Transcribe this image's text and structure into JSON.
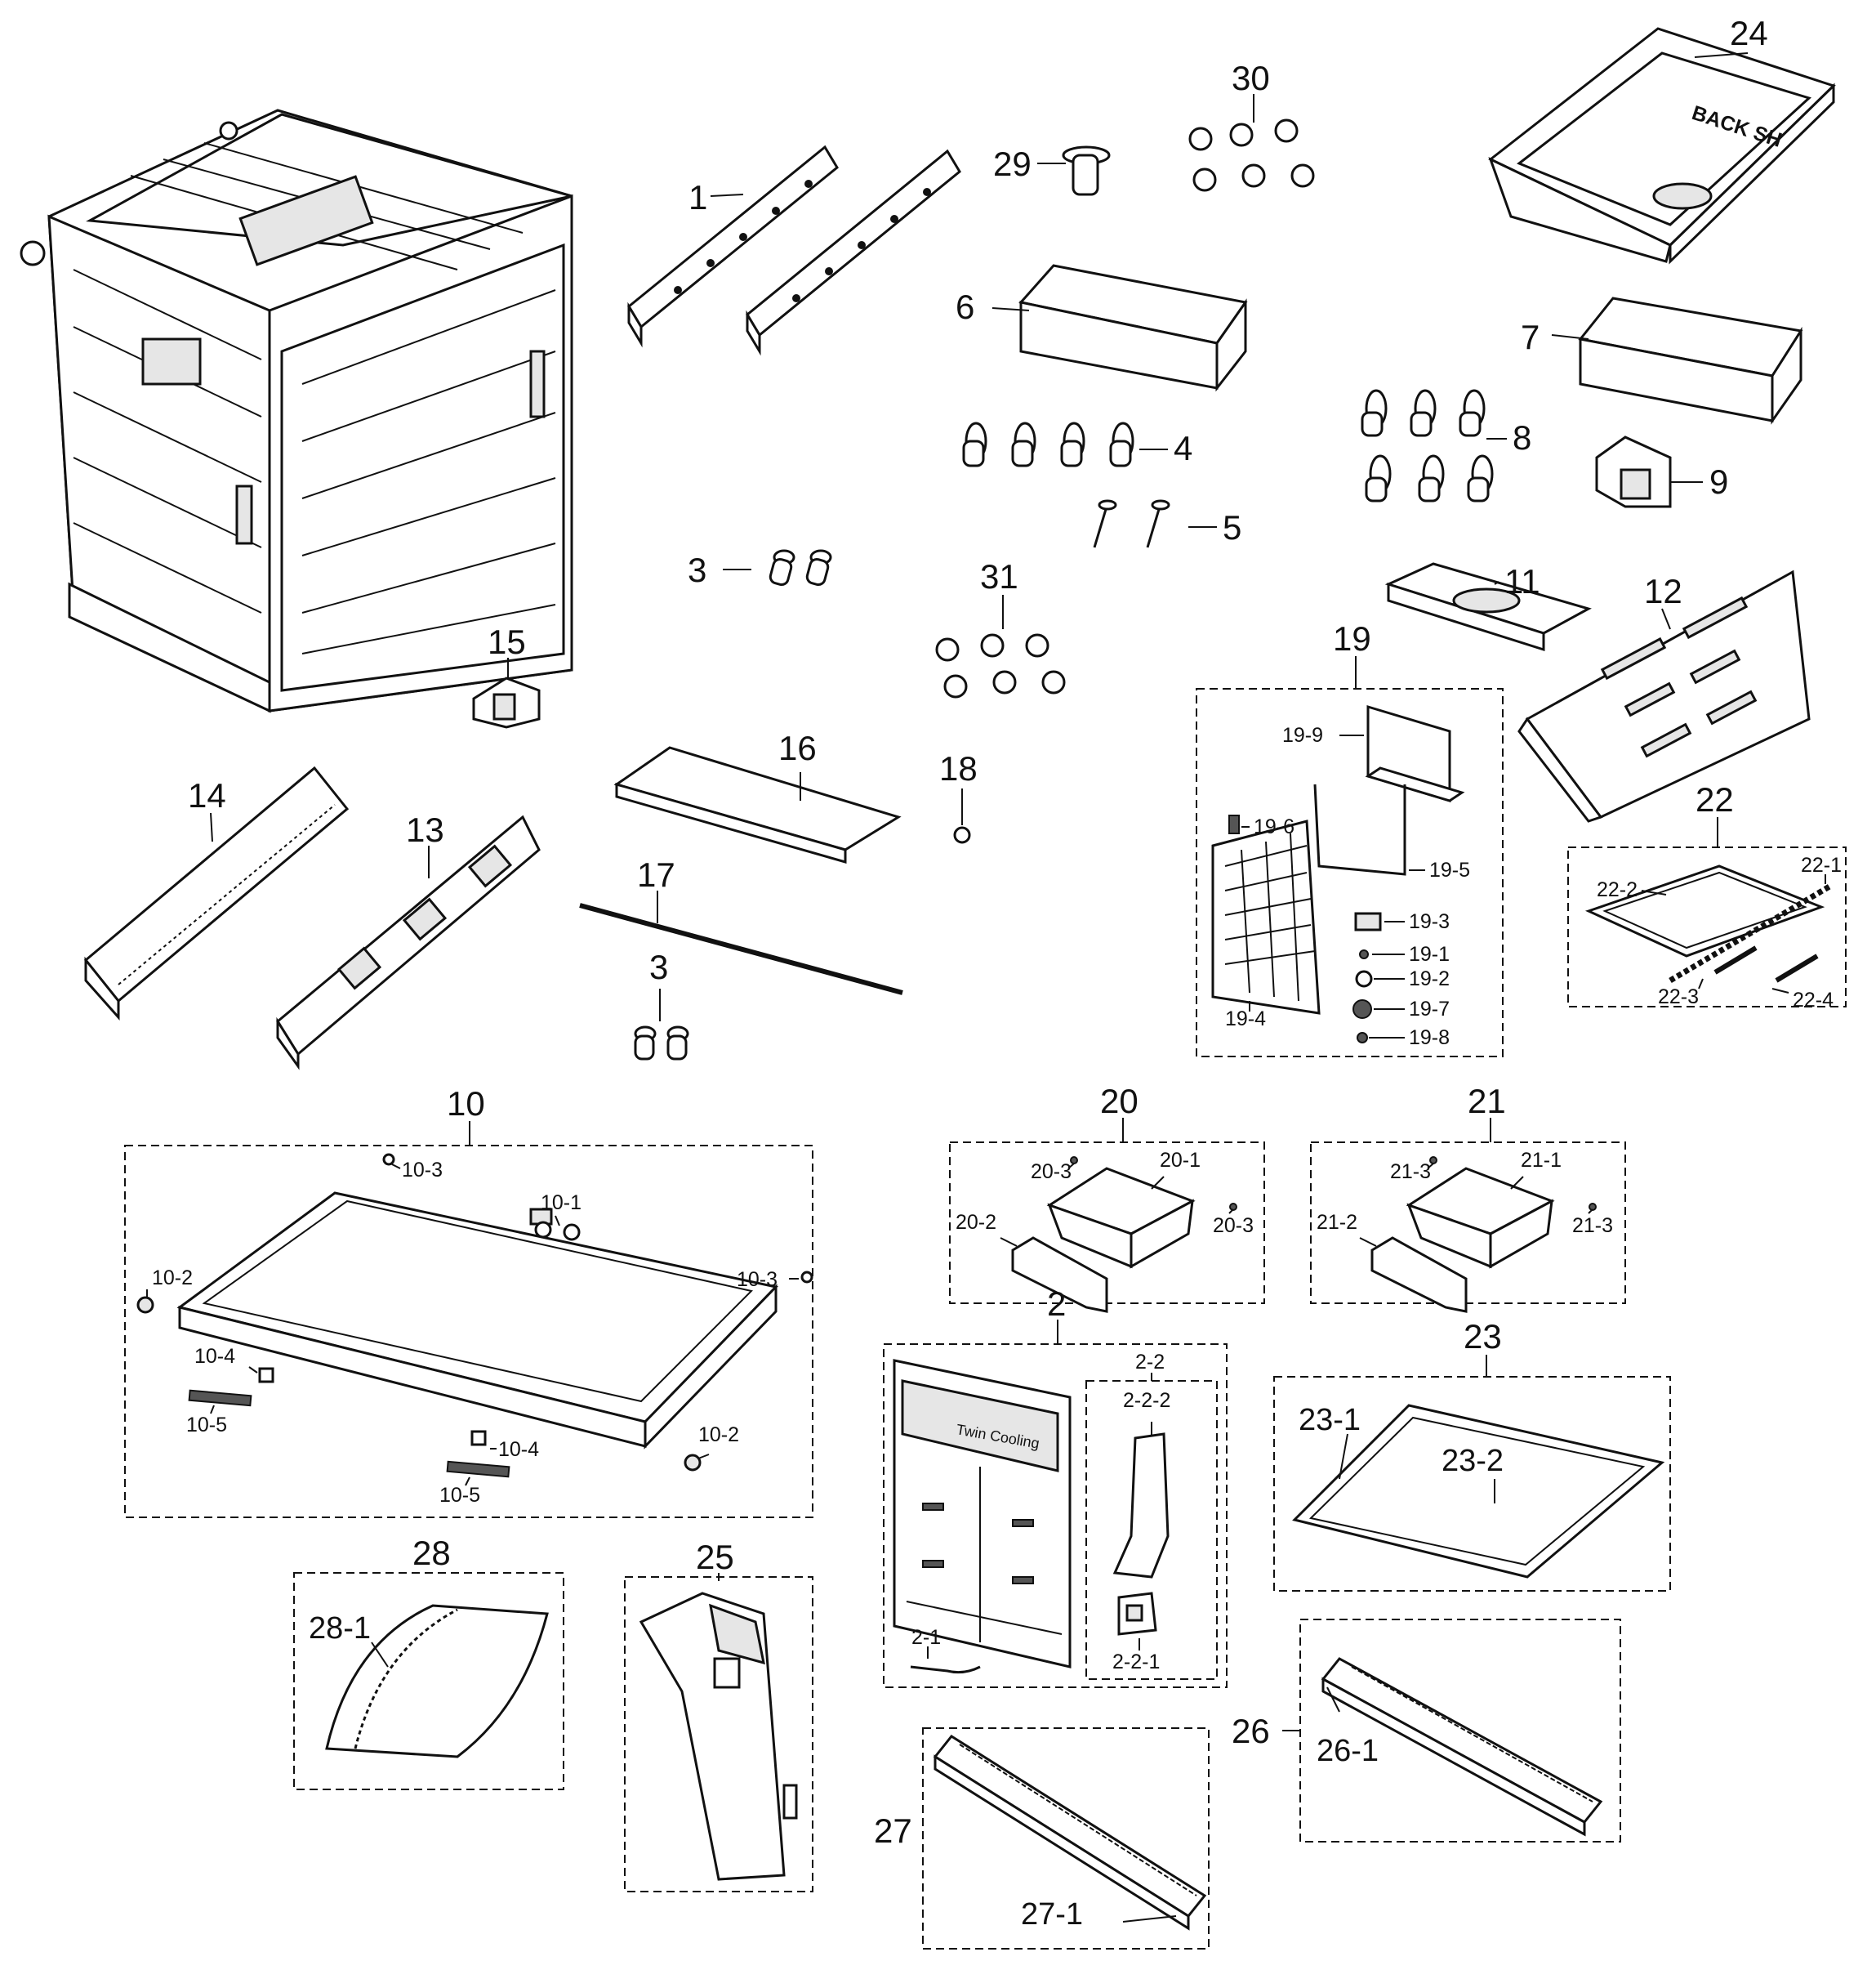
{
  "labels": {
    "p1": "1",
    "p2": "2",
    "p3a": "3",
    "p3b": "3",
    "p4": "4",
    "p5": "5",
    "p6": "6",
    "p7": "7",
    "p8": "8",
    "p9": "9",
    "p10": "10",
    "p11": "11",
    "p12": "12",
    "p13": "13",
    "p14": "14",
    "p15": "15",
    "p16": "16",
    "p17": "17",
    "p18": "18",
    "p19": "19",
    "p20": "20",
    "p21": "21",
    "p22": "22",
    "p23": "23",
    "p24": "24",
    "p25": "25",
    "p26": "26",
    "p27": "27",
    "p28": "28",
    "p29": "29",
    "p30": "30",
    "p31": "31",
    "p10_1": "10-1",
    "p10_2a": "10-2",
    "p10_2b": "10-2",
    "p10_3a": "10-3",
    "p10_3b": "10-3",
    "p10_4a": "10-4",
    "p10_4b": "10-4",
    "p10_5a": "10-5",
    "p10_5b": "10-5",
    "p19_1": "19-1",
    "p19_2": "19-2",
    "p19_3": "19-3",
    "p19_4": "19-4",
    "p19_5": "19-5",
    "p19_6": "19-6",
    "p19_7": "19-7",
    "p19_8": "19-8",
    "p19_9": "19-9",
    "p20_1": "20-1",
    "p20_2": "20-2",
    "p20_3a": "20-3",
    "p20_3b": "20-3",
    "p21_1": "21-1",
    "p21_2": "21-2",
    "p21_3a": "21-3",
    "p21_3b": "21-3",
    "p22_1": "22-1",
    "p22_2": "22-2",
    "p22_3": "22-3",
    "p22_4": "22-4",
    "p2_1": "2-1",
    "p2_2": "2-2",
    "p2_2_1": "2-2-1",
    "p2_2_2": "2-2-2",
    "p23_1": "23-1",
    "p23_2": "23-2",
    "p26_1": "26-1",
    "p27_1": "27-1",
    "p28_1": "28-1"
  },
  "decals": {
    "bin_text": "BACK SH",
    "guard_text": "Twin Cooling"
  }
}
